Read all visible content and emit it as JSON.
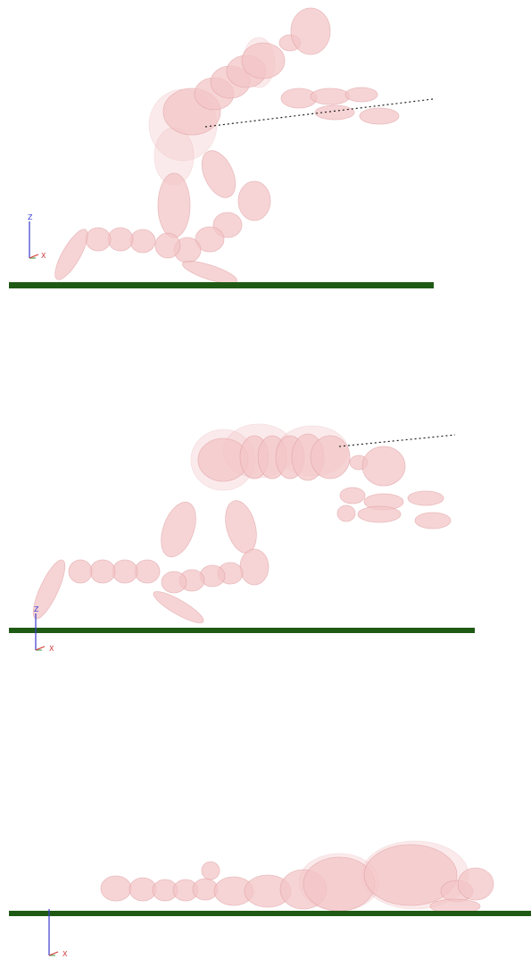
{
  "figure": {
    "frames": [
      {
        "pose": "crouching-start"
      },
      {
        "pose": "forward-dive"
      },
      {
        "pose": "prone-on-ground"
      }
    ],
    "axis_labels": {
      "z": "Z",
      "x": "X"
    }
  },
  "colors": {
    "skin": "#f4c6c8",
    "skin_stroke": "#e3a5a9",
    "ground": "#1f5a14",
    "axis_z": "#3a3ad0",
    "axis_x": "#d03a3a"
  }
}
